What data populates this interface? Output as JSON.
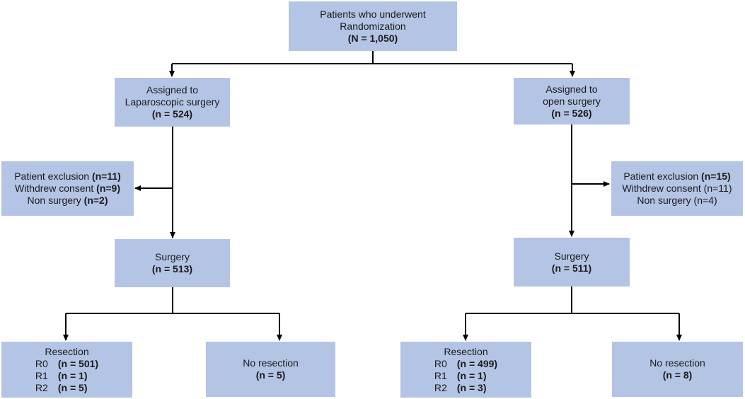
{
  "top": {
    "line1": "Patients who underwent",
    "line2": "Randomization",
    "n": "(N = 1,050)"
  },
  "lap": {
    "assigned": {
      "line1": "Assigned to",
      "line2": "Laparoscopic surgery",
      "n": "(n = 524)"
    },
    "exclusion": {
      "items": [
        {
          "label": "Patient exclusion ",
          "n": "(n=11)"
        },
        {
          "label": "Withdrew consent ",
          "n": "(n=9)"
        },
        {
          "label": "Non surgery ",
          "n": "(n=2)"
        }
      ]
    },
    "surgery": {
      "label": "Surgery",
      "n": "(n = 513)"
    },
    "resection": {
      "title": "Resection",
      "rows": [
        {
          "code": "R0",
          "n": "(n = 501)"
        },
        {
          "code": "R1",
          "n": "(n = 1)"
        },
        {
          "code": "R2",
          "n": "(n = 5)"
        }
      ]
    },
    "no_resection": {
      "label": "No resection",
      "n": "(n = 5)"
    }
  },
  "open": {
    "assigned": {
      "line1": "Assigned to",
      "line2": "open surgery",
      "n": "(n = 526)"
    },
    "exclusion": {
      "items": [
        {
          "label": "Patient exclusion ",
          "n": "(n=15)"
        },
        {
          "label": "Withdrew consent ",
          "n": "(n=11)"
        },
        {
          "label": "Non surgery ",
          "n": "(n=4)"
        }
      ]
    },
    "surgery": {
      "label": "Surgery",
      "n": "(n = 511)"
    },
    "resection": {
      "title": "Resection",
      "rows": [
        {
          "code": "R0",
          "n": "(n = 499)"
        },
        {
          "code": "R1",
          "n": "(n = 1)"
        },
        {
          "code": "R2",
          "n": "(n = 3)"
        }
      ]
    },
    "no_resection": {
      "label": "No resection",
      "n": "(n = 8)"
    }
  },
  "colors": {
    "box_fill": "#b4c4e4",
    "line": "#000000"
  }
}
